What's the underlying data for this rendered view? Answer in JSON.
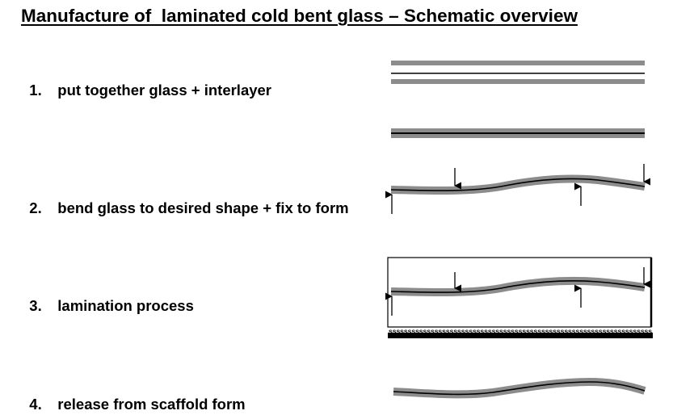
{
  "title": "Manufacture of  laminated cold bent glass – Schematic overview",
  "steps": [
    {
      "number": "1.",
      "text": "put together glass + interlayer"
    },
    {
      "number": "2.",
      "text": "bend glass to desired shape + fix to form"
    },
    {
      "number": "3.",
      "text": "lamination process"
    },
    {
      "number": "4.",
      "text": "release from scaffold form"
    }
  ],
  "colors": {
    "glass": "#8c8c8c",
    "interlayer": "#000000",
    "arrow": "#000000",
    "scaffold": "#000000"
  },
  "scaffold_pattern": "sssssssssssssssssssssssssssssssssssssssssssssssssssssssssssssssssssss"
}
